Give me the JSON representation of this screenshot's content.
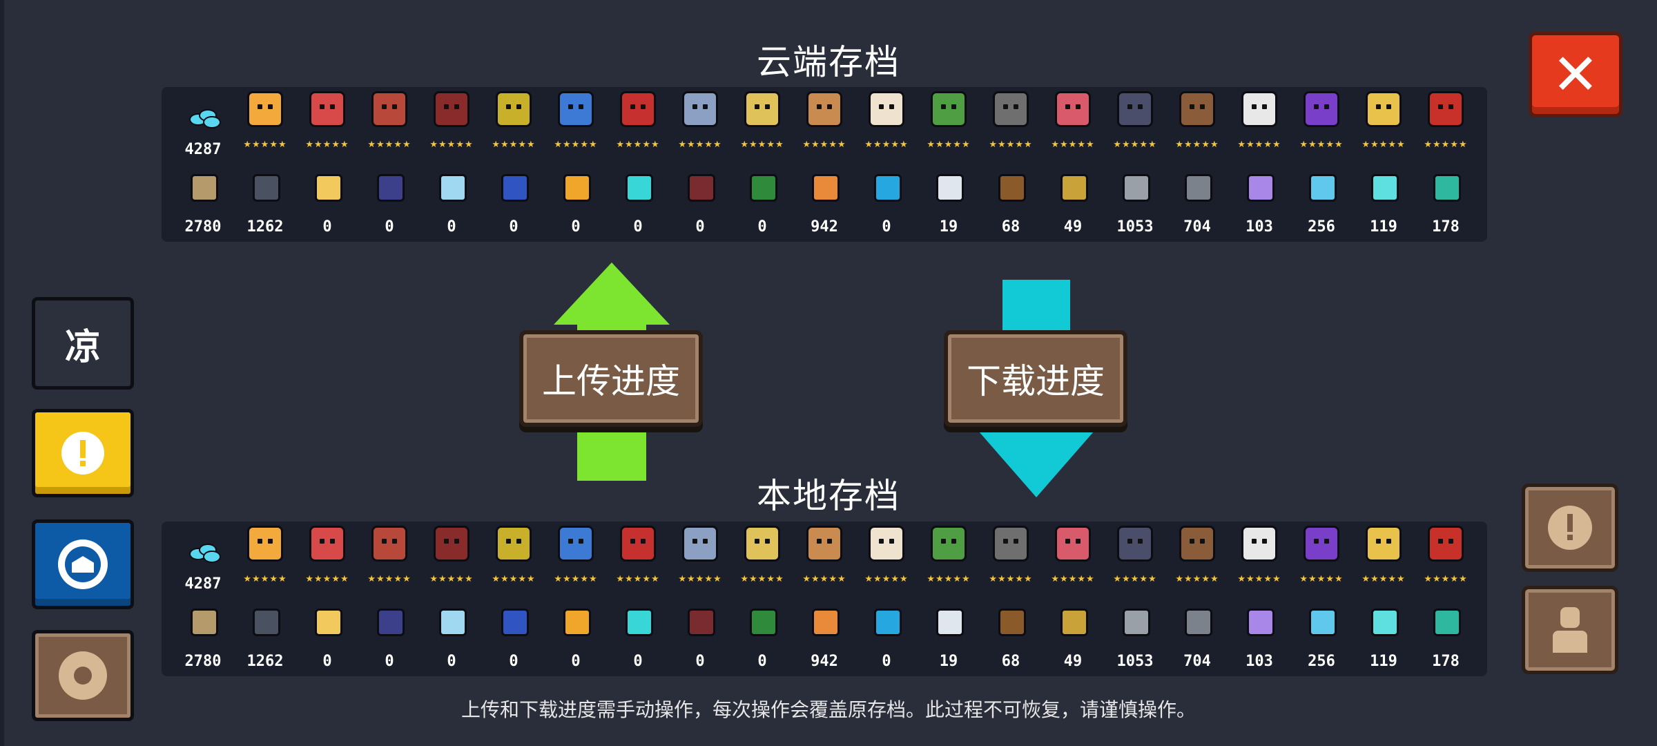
{
  "cloud_save": {
    "title": "云端存档"
  },
  "local_save": {
    "title": "本地存档"
  },
  "upload_label": "上传进度",
  "download_label": "下载进度",
  "cool_button_label": "凉",
  "close_label": "✕",
  "footer_note": "上传和下载进度需手动操作，每次操作会覆盖原存档。此过程不可恢复，请谨慎操作。",
  "gem_count": "4287",
  "hero_stars": "★★★★★",
  "heroes": [
    {
      "icon": "knight-icon",
      "color": "#f3a93c"
    },
    {
      "icon": "rogue-icon",
      "color": "#d84a4a"
    },
    {
      "icon": "witch-icon",
      "color": "#b8493a"
    },
    {
      "icon": "assassin-icon",
      "color": "#8a2b2b"
    },
    {
      "icon": "engineer-icon",
      "color": "#c9b02b"
    },
    {
      "icon": "alchemist-icon",
      "color": "#3d7ad6"
    },
    {
      "icon": "vampire-icon",
      "color": "#c6302f"
    },
    {
      "icon": "paladin-icon",
      "color": "#8ca0c4"
    },
    {
      "icon": "elf-icon",
      "color": "#e0c25a"
    },
    {
      "icon": "werewolf-icon",
      "color": "#c98b4f"
    },
    {
      "icon": "priestess-icon",
      "color": "#efe2cf"
    },
    {
      "icon": "druid-icon",
      "color": "#4f9e44"
    },
    {
      "icon": "robot-icon",
      "color": "#6f6f6f"
    },
    {
      "icon": "berserker-icon",
      "color": "#d85a6b"
    },
    {
      "icon": "necromancer-icon",
      "color": "#4a4e6a"
    },
    {
      "icon": "officer-icon",
      "color": "#8a5c3a"
    },
    {
      "icon": "taoist-icon",
      "color": "#e8e8e8"
    },
    {
      "icon": "pumpkin-icon",
      "color": "#7a3fc9"
    },
    {
      "icon": "airbender-icon",
      "color": "#e8c24a"
    },
    {
      "icon": "demonmaster-icon",
      "color": "#c8302a"
    }
  ],
  "items": [
    {
      "icon": "wheat-icon",
      "color": "#b59a6b",
      "count": "2780"
    },
    {
      "icon": "battery-icon",
      "color": "#4a5160",
      "count": "1262"
    },
    {
      "icon": "holy-book-icon",
      "color": "#f2c95c",
      "count": "0"
    },
    {
      "icon": "dark-book-icon",
      "color": "#3c3f8a",
      "count": "0"
    },
    {
      "icon": "ice-crystal-icon",
      "color": "#9fd8f0",
      "count": "0"
    },
    {
      "icon": "potion-icon",
      "color": "#3055c2",
      "count": "0"
    },
    {
      "icon": "gold-coin-icon",
      "color": "#f0a52b",
      "count": "0"
    },
    {
      "icon": "energy-core-icon",
      "color": "#38d6d6",
      "count": "0"
    },
    {
      "icon": "bat-wing-icon",
      "color": "#7a2b30",
      "count": "0"
    },
    {
      "icon": "green-book-icon",
      "color": "#2f8a3c",
      "count": "0"
    },
    {
      "icon": "bread-icon",
      "color": "#e88a3a",
      "count": "942"
    },
    {
      "icon": "blue-orb-icon",
      "color": "#27a7e0",
      "count": "0"
    },
    {
      "icon": "feather-orb-icon",
      "color": "#dfe6ee",
      "count": "19"
    },
    {
      "icon": "hammer-icon",
      "color": "#8a5a2b",
      "count": "68"
    },
    {
      "icon": "ribbon-icon",
      "color": "#c9a23a",
      "count": "49"
    },
    {
      "icon": "gear-part-icon",
      "color": "#9aa0a8",
      "count": "1053"
    },
    {
      "icon": "ore-icon",
      "color": "#7c828c",
      "count": "704"
    },
    {
      "icon": "purple-crystal-icon",
      "color": "#a887e8",
      "count": "103"
    },
    {
      "icon": "blue-crystal-icon",
      "color": "#5fc8ec",
      "count": "256"
    },
    {
      "icon": "cyan-crystal-icon",
      "color": "#5fe0e0",
      "count": "119"
    },
    {
      "icon": "teal-crystal-icon",
      "color": "#2fb8a0",
      "count": "178"
    }
  ],
  "colors": {
    "background": "#2a2e3b",
    "panel": "#1b1f2b",
    "upload_arrow": "#7de530",
    "download_arrow": "#12c9d6",
    "close_button": "#e53a1e",
    "alert_button": "#f5c518",
    "community_button": "#0d5aa6",
    "wood_button": "#7a5c46",
    "star": "#f3c53c"
  }
}
